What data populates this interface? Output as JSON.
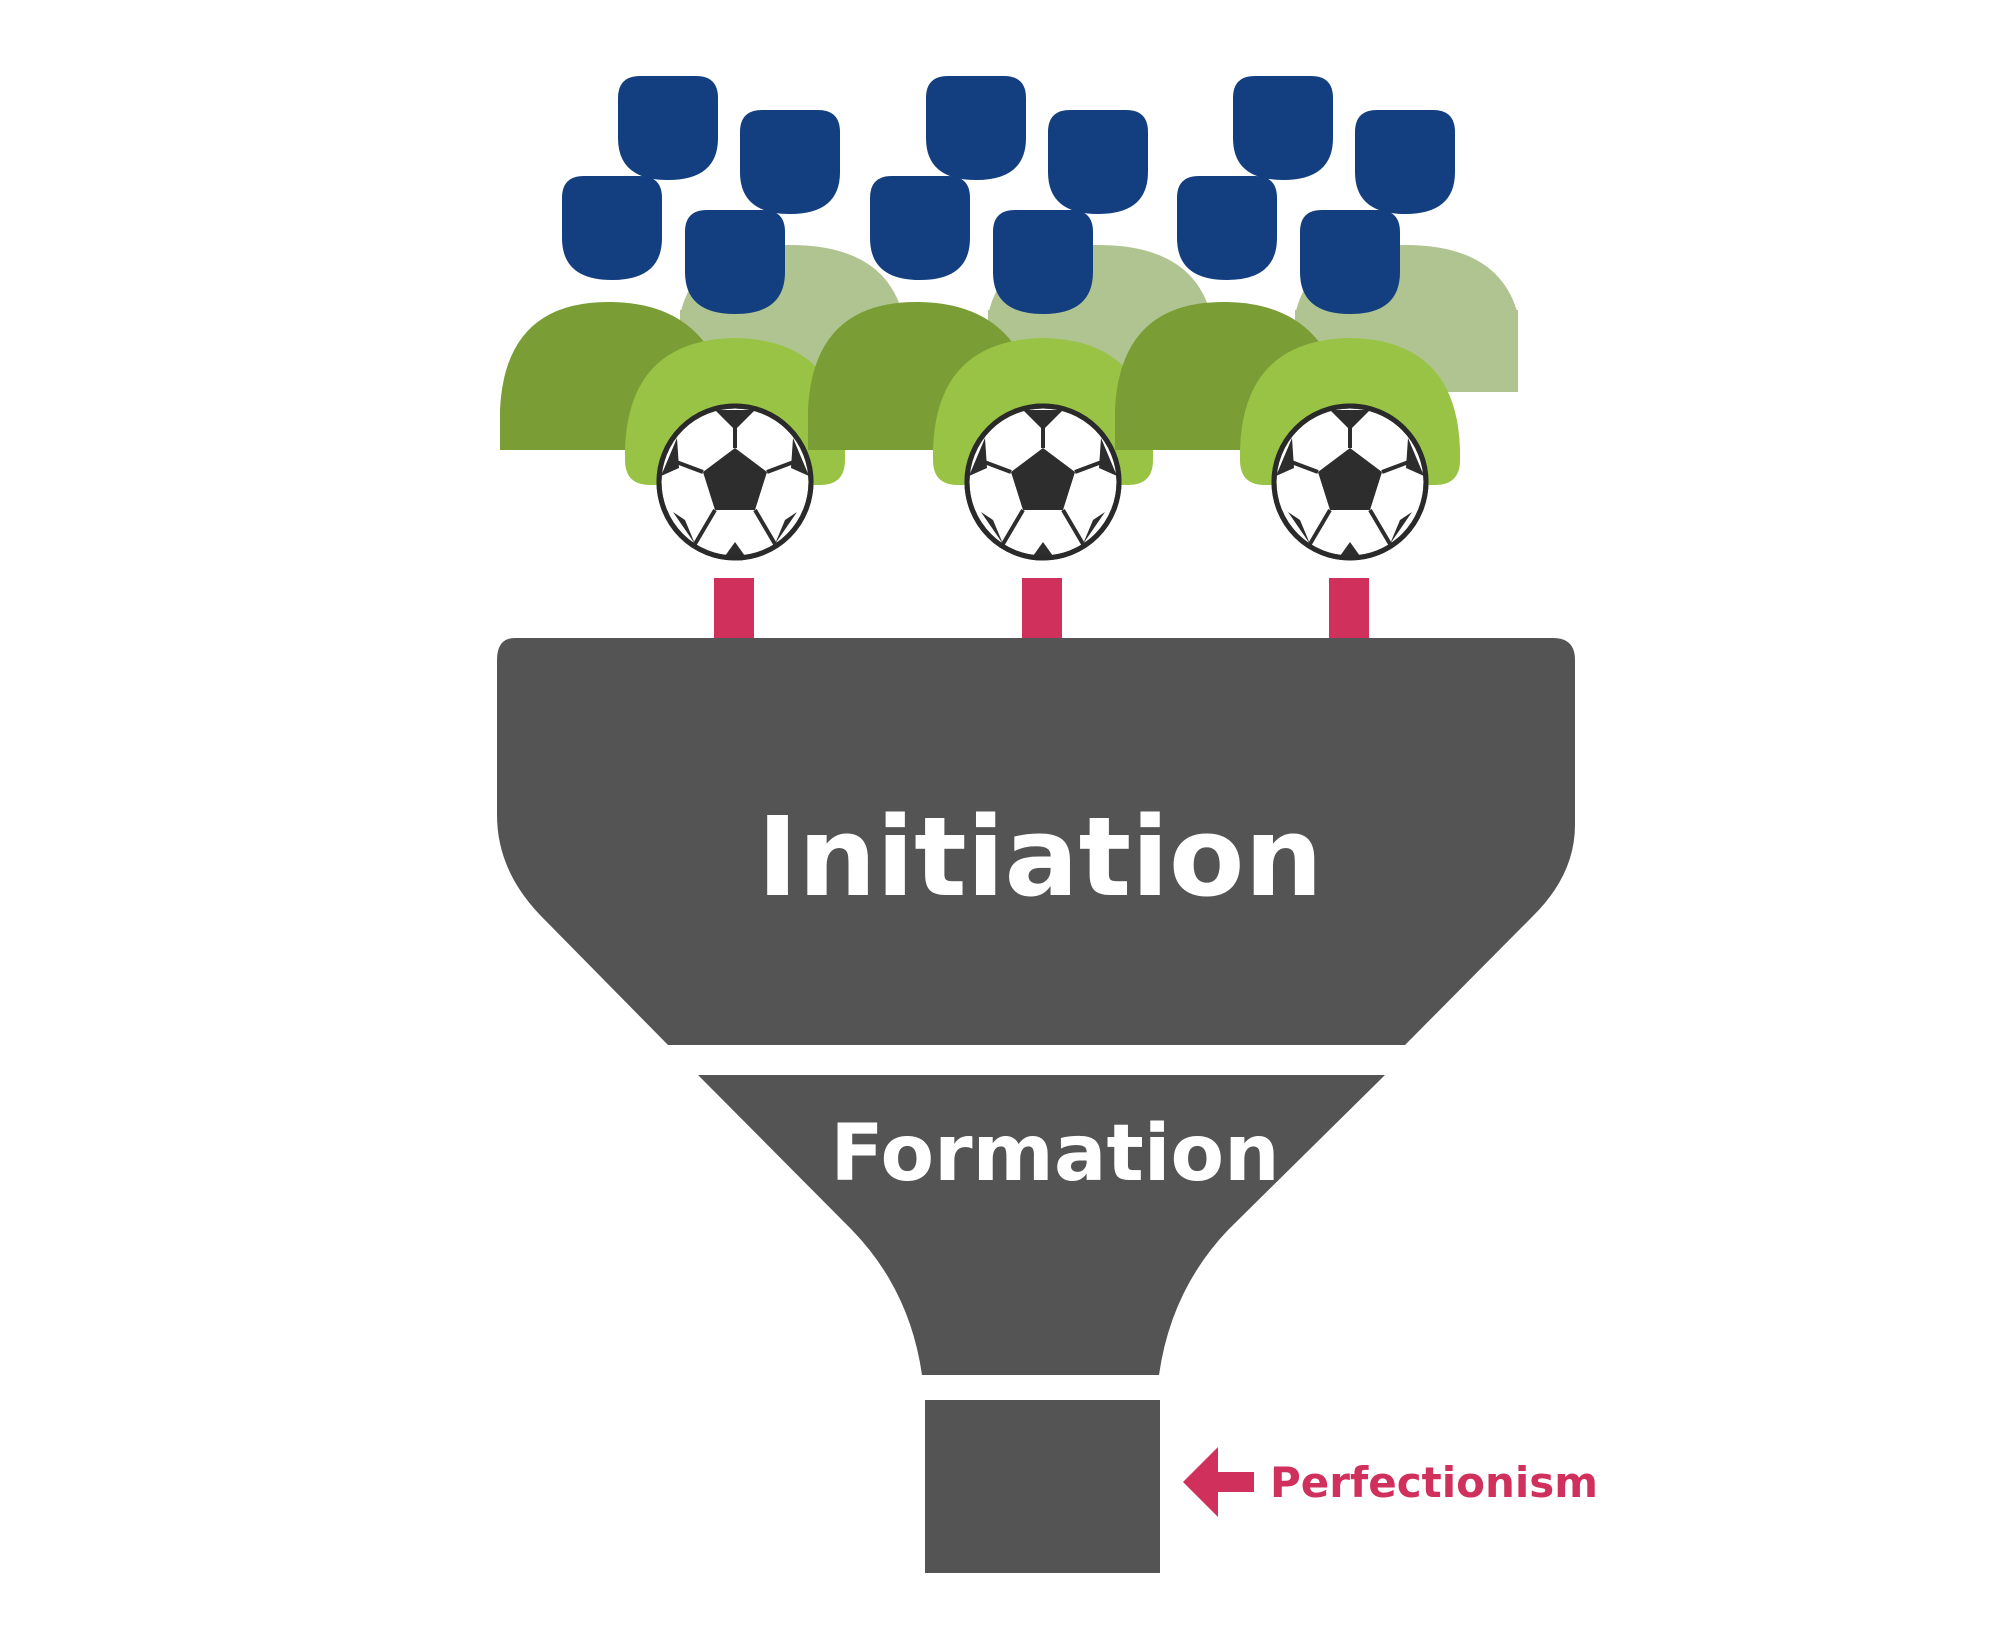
{
  "stages": [
    {
      "label": "Initiation"
    },
    {
      "label": "Formation"
    },
    {
      "label": ""
    }
  ],
  "annotation": {
    "label": "Perfectionism"
  },
  "groups_count": 3,
  "icons": {
    "player": "person-icon",
    "ball": "soccer-ball-icon",
    "arrow": "down-arrow-icon",
    "pointer": "left-arrow-icon"
  },
  "colors": {
    "funnel": "#545454",
    "accent": "#d0305c",
    "head": "#133f80",
    "body_dark": "#7a9e35",
    "body_light": "#98c344",
    "body_pale": "#b0c491",
    "background": "#ffffff"
  }
}
